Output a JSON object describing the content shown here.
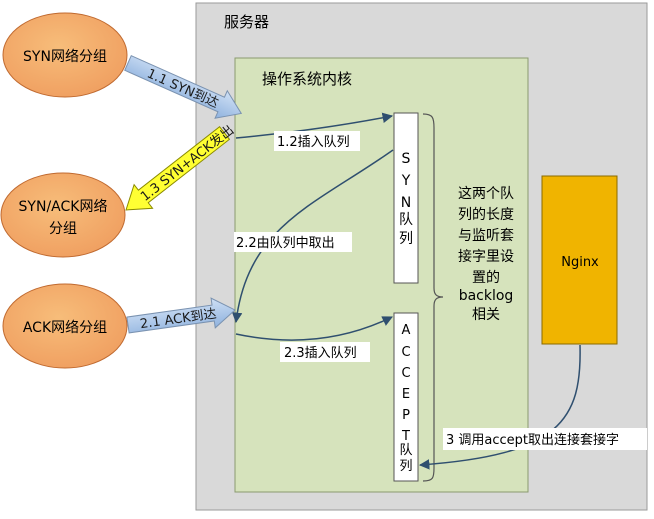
{
  "server": {
    "label": "服务器",
    "fill": "#d9d9d9"
  },
  "kernel": {
    "label": "操作系统内核",
    "fill": "#d6e3bc"
  },
  "packets": {
    "syn": {
      "label": "SYN网络分组"
    },
    "synack": {
      "line1": "SYN/ACK网络",
      "line2": "分组"
    },
    "ack": {
      "label": "ACK网络分组"
    },
    "fill": "#f4a460"
  },
  "arrows": {
    "a11": "1.1 SYN到达",
    "a13": "1.3 SYN+ACK发出",
    "a21": "2.1 ACK到达",
    "a12": "1.2插入队列",
    "a22": "2.2由队列中取出",
    "a23": "2.3插入队列",
    "a3": "3 调用accept取出连接套接字"
  },
  "queues": {
    "syn_chars": [
      "S",
      "Y",
      "N",
      "队",
      "列"
    ],
    "accept_chars": [
      "A",
      "C",
      "C",
      "E",
      "P",
      "T",
      "队",
      "列"
    ]
  },
  "note": {
    "lines": [
      "这两个队",
      "列的长度",
      "与监听套",
      "接字里设",
      "置的",
      "backlog",
      "相关"
    ]
  },
  "nginx": {
    "label": "Nginx",
    "fill": "#f0b400"
  },
  "colors": {
    "arrow_blue": "#a6c3e6",
    "arrow_yellow": "#ffff33",
    "connector": "#2f4f6f"
  }
}
